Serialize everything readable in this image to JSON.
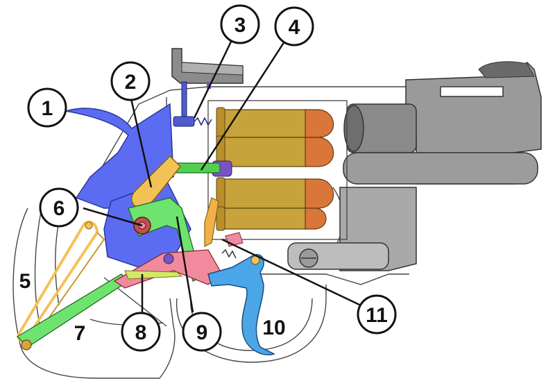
{
  "callouts": [
    {
      "id": "1",
      "label": "1"
    },
    {
      "id": "2",
      "label": "2"
    },
    {
      "id": "3",
      "label": "3"
    },
    {
      "id": "4",
      "label": "4"
    },
    {
      "id": "5",
      "label": "5"
    },
    {
      "id": "6",
      "label": "6"
    },
    {
      "id": "7",
      "label": "7"
    },
    {
      "id": "8",
      "label": "8"
    },
    {
      "id": "9",
      "label": "9"
    },
    {
      "id": "10",
      "label": "10"
    },
    {
      "id": "11",
      "label": "11"
    }
  ],
  "colors": {
    "hammer": "#5b6cf2",
    "hand_pawl": "#f3c257",
    "firing_pin": "#4f5bd0",
    "cylinder_stop_bolt": "#4fd14f",
    "mainspring": "#f3c257",
    "hammer_strut": "#e8a7d8",
    "mainspring_strut": "#6fe36f",
    "rebound_lever": "#f08a9c",
    "trigger": "#4aa6e6",
    "sear_link": "#f2b04a",
    "cartridge_case": "#c8a23a",
    "bullet": "#d9763a",
    "frame_gray": "#8e8e8e"
  }
}
